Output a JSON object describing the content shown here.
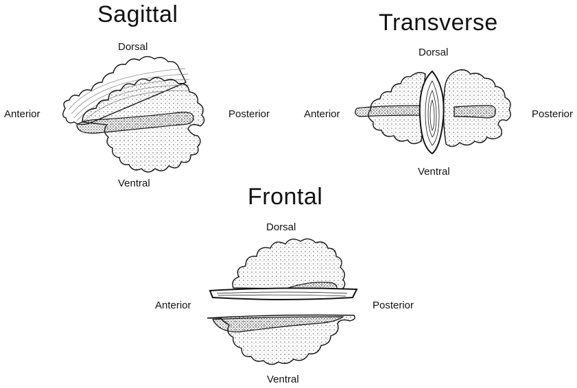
{
  "sagittal": {
    "title": "Sagittal",
    "dorsal": "Dorsal",
    "ventral": "Ventral",
    "anterior": "Anterior",
    "posterior": "Posterior"
  },
  "transverse": {
    "title": "Transverse",
    "dorsal": "Dorsal",
    "ventral": "Ventral",
    "anterior": "Anterior",
    "posterior": "Posterior"
  },
  "frontal": {
    "title": "Frontal",
    "dorsal": "Dorsal",
    "ventral": "Ventral",
    "anterior": "Anterior",
    "posterior": "Posterior"
  },
  "colors": {
    "ink": "#111111",
    "stipple": "#555555"
  }
}
